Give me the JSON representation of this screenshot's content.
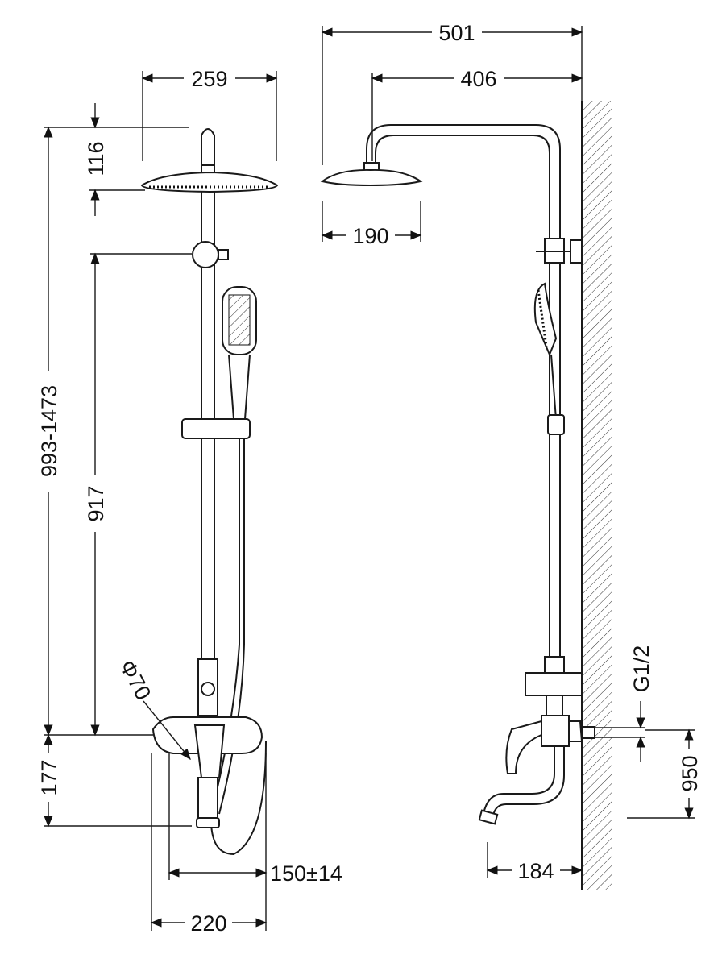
{
  "drawing": {
    "front_view": {
      "head_width": "259",
      "head_height": "116",
      "total_height": "993-1473",
      "bar_height": "917",
      "handle_diameter": "Φ70",
      "mixer_to_spout": "177",
      "inlet_spacing": "150±14",
      "mixer_width": "220"
    },
    "side_view": {
      "overall_depth": "501",
      "arm_reach": "406",
      "head_diameter": "190",
      "thread": "G1/2",
      "inlet_height": "950",
      "spout_projection": "184"
    }
  }
}
